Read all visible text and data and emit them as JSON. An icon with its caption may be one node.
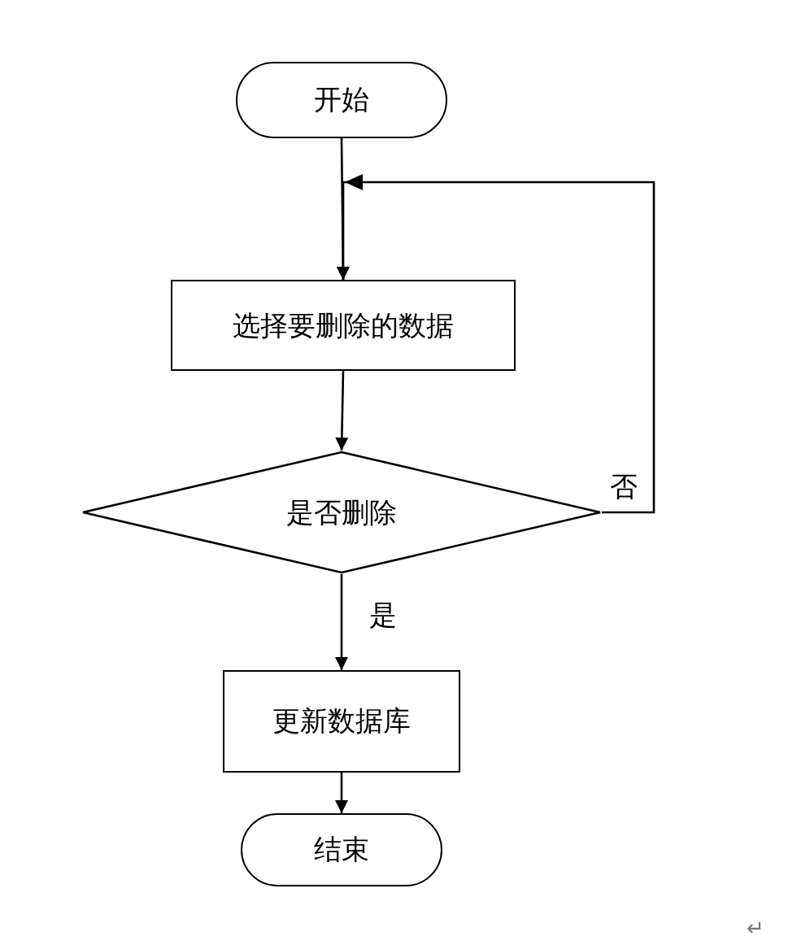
{
  "diagram": {
    "nodes": [
      {
        "text": [
          "开始"
        ]
      },
      {
        "text": [
          "选择要删除的数据"
        ]
      },
      {
        "text": [
          "是否删除"
        ]
      },
      {
        "text": [
          "更新数据库"
        ]
      },
      {
        "text": [
          "结束"
        ]
      }
    ],
    "edges": [
      {
        "from": 0,
        "to": 1,
        "arrow": "to"
      },
      {
        "from": 1,
        "to": 2,
        "arrow": "to"
      },
      {
        "from": 2,
        "to": 1,
        "arrow": "to",
        "label": "否"
      },
      {
        "from": 2,
        "to": 3,
        "arrow": "to",
        "label": "是"
      },
      {
        "from": 3,
        "to": 4,
        "arrow": "to"
      }
    ],
    "labels": [
      "↵"
    ]
  }
}
